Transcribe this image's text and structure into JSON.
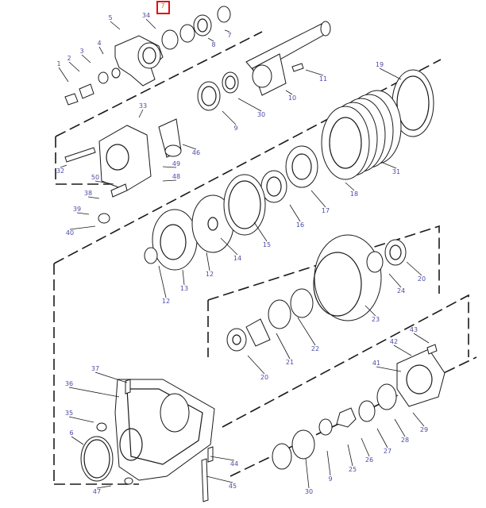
{
  "callouts": [
    {
      "id": "7",
      "highlighted": true
    },
    {
      "id": "5"
    },
    {
      "id": "34"
    },
    {
      "id": "8"
    },
    {
      "id": "7"
    },
    {
      "id": "4"
    },
    {
      "id": "3"
    },
    {
      "id": "2"
    },
    {
      "id": "1"
    },
    {
      "id": "11"
    },
    {
      "id": "10"
    },
    {
      "id": "9"
    },
    {
      "id": "30"
    },
    {
      "id": "19"
    },
    {
      "id": "33"
    },
    {
      "id": "46"
    },
    {
      "id": "32"
    },
    {
      "id": "49"
    },
    {
      "id": "48"
    },
    {
      "id": "50"
    },
    {
      "id": "38"
    },
    {
      "id": "39"
    },
    {
      "id": "40"
    },
    {
      "id": "31"
    },
    {
      "id": "18"
    },
    {
      "id": "17"
    },
    {
      "id": "16"
    },
    {
      "id": "15"
    },
    {
      "id": "14"
    },
    {
      "id": "12"
    },
    {
      "id": "13"
    },
    {
      "id": "12"
    },
    {
      "id": "20"
    },
    {
      "id": "24"
    },
    {
      "id": "23"
    },
    {
      "id": "22"
    },
    {
      "id": "21"
    },
    {
      "id": "20"
    },
    {
      "id": "43"
    },
    {
      "id": "42"
    },
    {
      "id": "41"
    },
    {
      "id": "29"
    },
    {
      "id": "28"
    },
    {
      "id": "27"
    },
    {
      "id": "26"
    },
    {
      "id": "25"
    },
    {
      "id": "9"
    },
    {
      "id": "30"
    },
    {
      "id": "37"
    },
    {
      "id": "36"
    },
    {
      "id": "35"
    },
    {
      "id": "6"
    },
    {
      "id": "44"
    },
    {
      "id": "45"
    },
    {
      "id": "47"
    }
  ],
  "colors": {
    "label_text": "#4a4aa8",
    "highlight_box": "#e01010",
    "highlight_text": "#b08a00",
    "line": "#1a1a1a"
  }
}
